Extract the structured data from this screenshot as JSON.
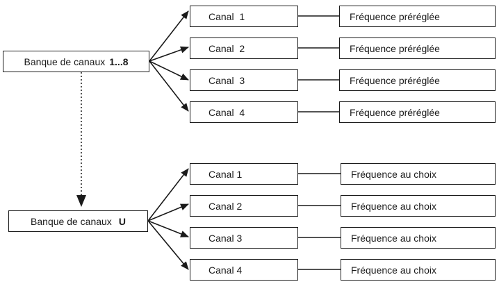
{
  "banks": [
    {
      "label": "Banque de canaux",
      "code": "1...8",
      "channels": [
        {
          "label": "Canal  1",
          "frequency": "Fréquence préréglée"
        },
        {
          "label": "Canal  2",
          "frequency": "Fréquence préréglée"
        },
        {
          "label": "Canal  3",
          "frequency": "Fréquence préréglée"
        },
        {
          "label": "Canal  4",
          "frequency": "Fréquence préréglée"
        }
      ]
    },
    {
      "label": "Banque de canaux",
      "code": "U",
      "channels": [
        {
          "label": "Canal 1",
          "frequency": "Fréquence au choix"
        },
        {
          "label": "Canal 2",
          "frequency": "Fréquence au choix"
        },
        {
          "label": "Canal 3",
          "frequency": "Fréquence au choix"
        },
        {
          "label": "Canal 4",
          "frequency": "Fréquence au choix"
        }
      ]
    }
  ]
}
